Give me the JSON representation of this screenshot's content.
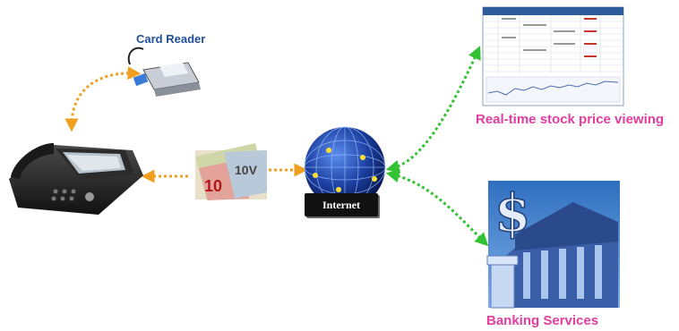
{
  "labels": {
    "card_reader": "Card Reader",
    "internet": "Internet",
    "stock": "Real-time stock price viewing",
    "banking": "Banking Services"
  },
  "colors": {
    "orange_link": "#f0a020",
    "green_link": "#33c233",
    "label_pink": "#e23d9f",
    "label_blue": "#1f4f9a",
    "globe_blue": "#1c3fa0"
  },
  "icons": [
    "phone-icon",
    "card-reader-icon",
    "currency-notes-icon",
    "globe-icon",
    "stock-table-icon",
    "bank-icon"
  ]
}
